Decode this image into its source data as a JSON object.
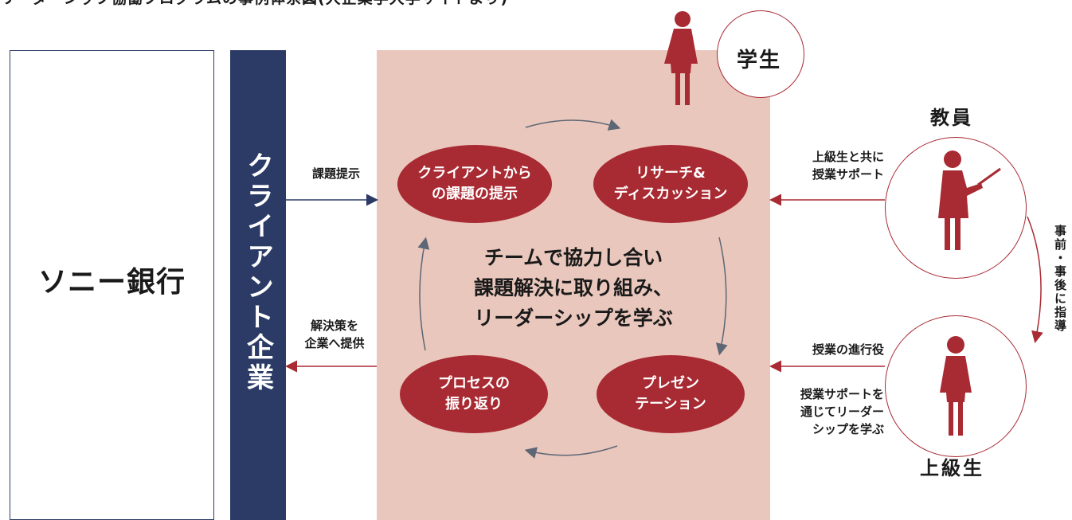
{
  "title": "リーダーシップ協働プログラムの事例体系図(大企業学大学サイトより)",
  "client": {
    "name": "ソニー銀行",
    "category": "クライアント企業"
  },
  "arrows": {
    "issue_present": "課題提示",
    "solution_provide": "解決策を\n企業へ提供",
    "teacher_support": "上級生と共に\n授業サポート",
    "senior_role": "授業の進行役",
    "senior_learning": "授業サポートを\n通じてリーダー\nシップを学ぶ",
    "guidance": "事前・事後に指導"
  },
  "cycle": {
    "step1": "クライアントから\nの課題の提示",
    "step2": "リサーチ&\nディスカッション",
    "step3": "プレゼン\nテーション",
    "step4": "プロセスの\n振り返り",
    "center": "チームで協力し合い\n課題解決に取り組み、\nリーダーシップを学ぶ"
  },
  "roles": {
    "student": "学生",
    "teacher": "教員",
    "senior": "上級生"
  },
  "colors": {
    "navy": "#2b3b66",
    "red": "#a82a32",
    "pink": "#e9c7bc",
    "gray_arrow": "#5d6675"
  }
}
